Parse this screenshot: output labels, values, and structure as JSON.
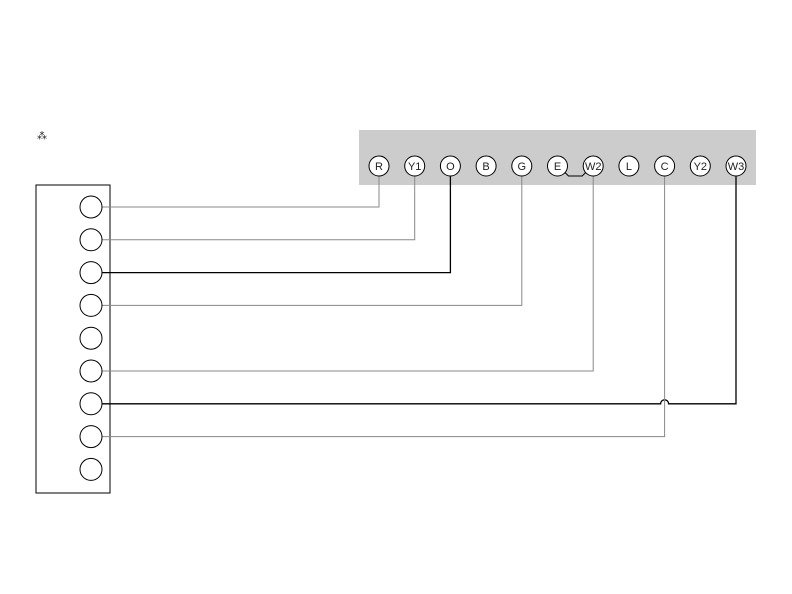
{
  "corner_mark": "⁂",
  "thermostat": {
    "terminals": [
      "R",
      "Y1",
      "O",
      "B",
      "G",
      "E",
      "W2",
      "L",
      "C",
      "Y2",
      "W3"
    ],
    "jumper": [
      "E",
      "W2"
    ]
  },
  "terminal_strip": {
    "terminal_count": 9
  },
  "wires": [
    {
      "from_terminal": "R",
      "to_strip": 1,
      "color": "#888888"
    },
    {
      "from_terminal": "Y1",
      "to_strip": 2,
      "color": "#888888"
    },
    {
      "from_terminal": "O",
      "to_strip": 3,
      "color": "#000000"
    },
    {
      "from_terminal": "G",
      "to_strip": 4,
      "color": "#888888"
    },
    {
      "from_terminal": "W2",
      "to_strip": 6,
      "color": "#888888"
    },
    {
      "from_terminal": "W3",
      "to_strip": 7,
      "color": "#000000"
    },
    {
      "from_terminal": "C",
      "to_strip": 8,
      "color": "#888888"
    }
  ],
  "colors": {
    "panel": "#cccccc",
    "outline": "#000000",
    "background": "#ffffff"
  }
}
